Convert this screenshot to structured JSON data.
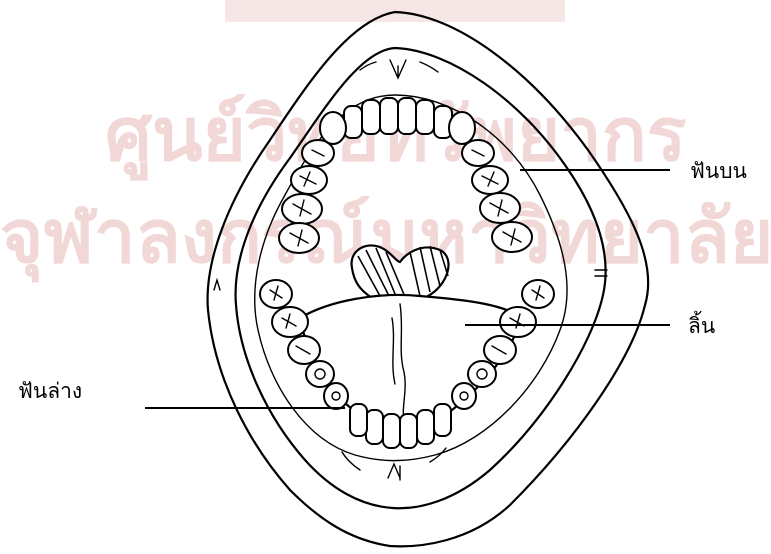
{
  "watermark": {
    "line1": "ศูนย์วิทยทรัพยากร",
    "line2": "จุฬาลงกรณ์มหาวิทยาลัย"
  },
  "labels": {
    "upper_teeth": "ฟันบน",
    "tongue": "ลิ้น",
    "lower_teeth": "ฟันล่าง"
  }
}
